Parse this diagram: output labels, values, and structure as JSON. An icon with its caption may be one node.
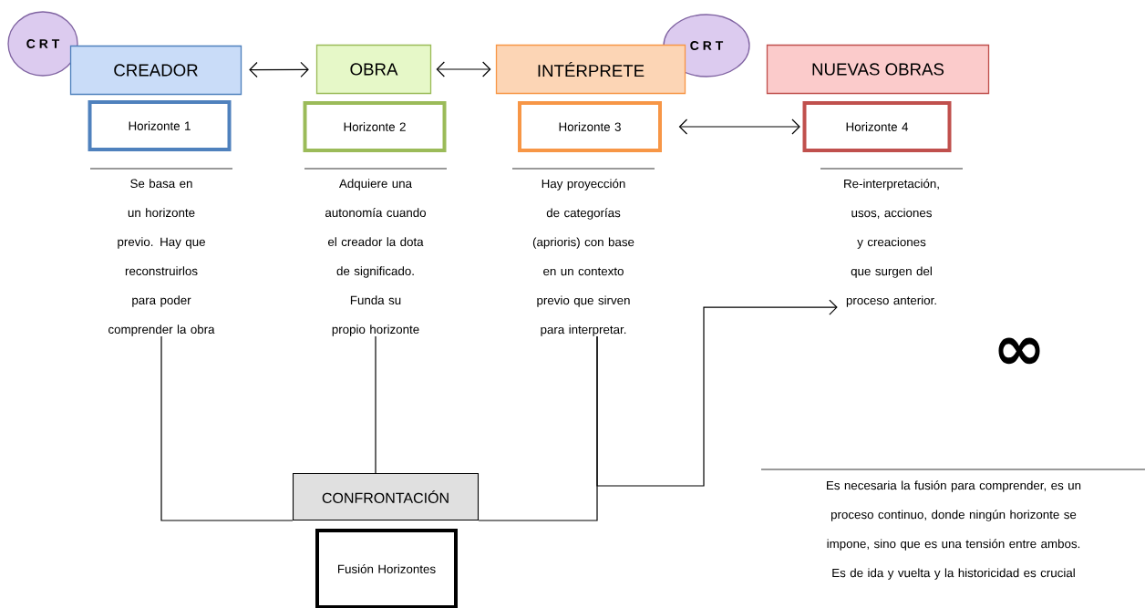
{
  "diagram": {
    "nodes": [
      {
        "text": [
          "C R T"
        ]
      },
      {
        "text": [
          "CREADOR"
        ]
      },
      {
        "text": [
          "OBRA"
        ]
      },
      {
        "text": [
          "C R T"
        ]
      },
      {
        "text": [
          "INTÉRPRETE"
        ]
      },
      {
        "text": [
          "NUEVAS OBRAS"
        ]
      },
      {
        "text": [
          "Horizonte 1"
        ]
      },
      {
        "text": [
          "Horizonte 2"
        ]
      },
      {
        "text": [
          "Horizonte 3"
        ]
      },
      {
        "text": [
          "Horizonte 4"
        ]
      },
      {
        "text": [
          "Se basa en un horizonte previo. Hay que reconstruirlos para poder comprender la obra"
        ]
      },
      {
        "text": [
          "Adquiere una autonomía cuando el creador la dota de significado. Funda su propio horizonte"
        ]
      },
      {
        "text": [
          "Hay proyección de categorías (aprioris) con base en un contexto previo que sirven para interpretar."
        ]
      },
      {
        "text": [
          "Re-interpretación, usos, acciones y creaciones que surgen del proceso anterior."
        ]
      },
      {
        "text": [
          "CONFRONTACIÓN"
        ]
      },
      {
        "text": [
          "Fusión Horizontes"
        ]
      }
    ],
    "edges": [
      {
        "from": 1,
        "to": 2,
        "arrow": "both"
      },
      {
        "from": 2,
        "to": 4,
        "arrow": "both"
      },
      {
        "from": 8,
        "to": 9,
        "arrow": "both"
      },
      {
        "from": 10,
        "to": 14,
        "arrow": "none"
      },
      {
        "from": 11,
        "to": 14,
        "arrow": "none"
      },
      {
        "from": 12,
        "to": 14,
        "arrow": "none"
      },
      {
        "from": 12,
        "to": 13,
        "arrow": "to"
      }
    ],
    "labels": [
      "∞",
      "Es necesaria la fusión para comprender, es un proceso continuo, donde ningún horizonte se impone, sino que es una tensión entre ambos. Es de ida y vuelta y la historicidad es crucial"
    ]
  }
}
